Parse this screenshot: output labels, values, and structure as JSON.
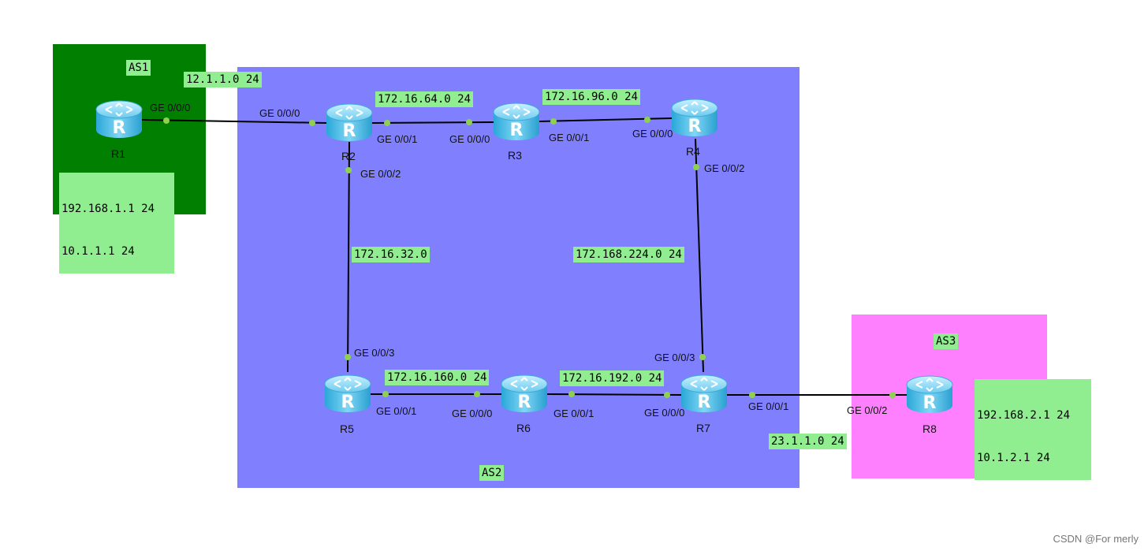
{
  "as_labels": {
    "as1": "AS1",
    "as2": "AS2",
    "as3": "AS3"
  },
  "routers": {
    "r1": "R1",
    "r2": "R2",
    "r3": "R3",
    "r4": "R4",
    "r5": "R5",
    "r6": "R6",
    "r7": "R7",
    "r8": "R8"
  },
  "networks": {
    "r1_r2": "12.1.1.0 24",
    "r2_r3": "172.16.64.0 24",
    "r3_r4": "172.16.96.0 24",
    "r2_r5": "172.16.32.0",
    "r4_r7": "172.168.224.0 24",
    "r5_r6": "172.16.160.0 24",
    "r6_r7": "172.16.192.0 24",
    "r7_r8": "23.1.1.0 24"
  },
  "loopbacks": {
    "r1": [
      "192.168.1.1 24",
      "10.1.1.1 24"
    ],
    "r8": [
      "192.168.2.1 24",
      "10.1.2.1 24"
    ]
  },
  "ports": {
    "r1_g000": "GE 0/0/0",
    "r2_g000": "GE 0/0/0",
    "r2_g001": "GE 0/0/1",
    "r2_g002": "GE 0/0/2",
    "r3_g000": "GE 0/0/0",
    "r3_g001": "GE 0/0/1",
    "r4_g000": "GE 0/0/0",
    "r4_g002": "GE 0/0/2",
    "r5_g003": "GE 0/0/3",
    "r5_g001": "GE 0/0/1",
    "r6_g000": "GE 0/0/0",
    "r6_g001": "GE 0/0/1",
    "r7_g003": "GE 0/0/3",
    "r7_g000": "GE 0/0/0",
    "r7_g001": "GE 0/0/1",
    "r8_g002": "GE 0/0/2"
  },
  "watermark": "CSDN @For merly",
  "colors": {
    "as1": "#007f00",
    "as2": "#8080ff",
    "as3": "#ff80ff",
    "label_bg": "#90ee90",
    "port_dot": "#8fd14f",
    "router": "#3fb6e0"
  }
}
